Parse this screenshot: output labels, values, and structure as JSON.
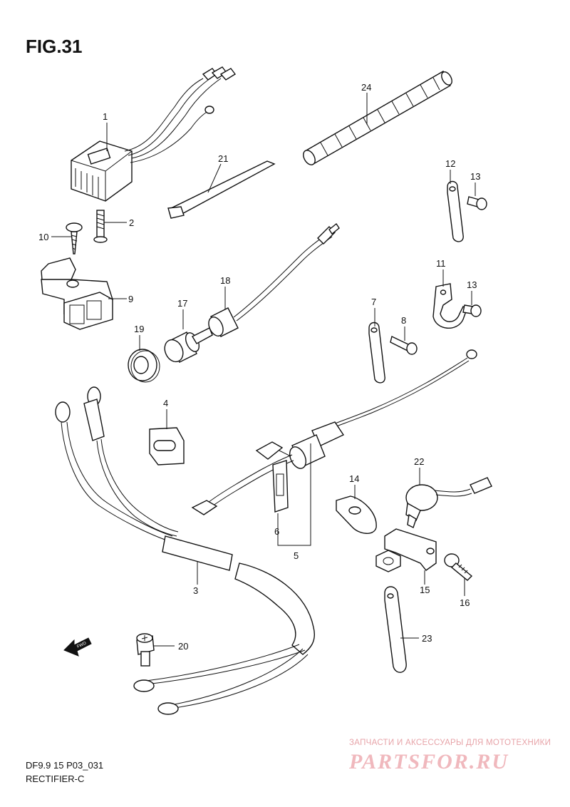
{
  "figure": {
    "title": "FIG.31"
  },
  "footer": {
    "model_code": "DF9.9 15 P03_031",
    "section_name": "RECTIFIER-C"
  },
  "watermark": {
    "tagline": "ЗАПЧАСТИ И АКСЕССУАРЫ ДЛЯ МОТОТЕХНИКИ",
    "site": "PARTSFOR.RU"
  },
  "direction_arrow": {
    "label": "FWD"
  },
  "callouts": [
    {
      "id": "1",
      "label": "1"
    },
    {
      "id": "2",
      "label": "2"
    },
    {
      "id": "3",
      "label": "3"
    },
    {
      "id": "4",
      "label": "4"
    },
    {
      "id": "5",
      "label": "5"
    },
    {
      "id": "6",
      "label": "6"
    },
    {
      "id": "7",
      "label": "7"
    },
    {
      "id": "8",
      "label": "8"
    },
    {
      "id": "9",
      "label": "9"
    },
    {
      "id": "10",
      "label": "10"
    },
    {
      "id": "11",
      "label": "11"
    },
    {
      "id": "12",
      "label": "12"
    },
    {
      "id": "13a",
      "label": "13"
    },
    {
      "id": "13b",
      "label": "13"
    },
    {
      "id": "14",
      "label": "14"
    },
    {
      "id": "15",
      "label": "15"
    },
    {
      "id": "16",
      "label": "16"
    },
    {
      "id": "17",
      "label": "17"
    },
    {
      "id": "18",
      "label": "18"
    },
    {
      "id": "19",
      "label": "19"
    },
    {
      "id": "20",
      "label": "20"
    },
    {
      "id": "21",
      "label": "21"
    },
    {
      "id": "22",
      "label": "22"
    },
    {
      "id": "23",
      "label": "23"
    },
    {
      "id": "24",
      "label": "24"
    }
  ]
}
